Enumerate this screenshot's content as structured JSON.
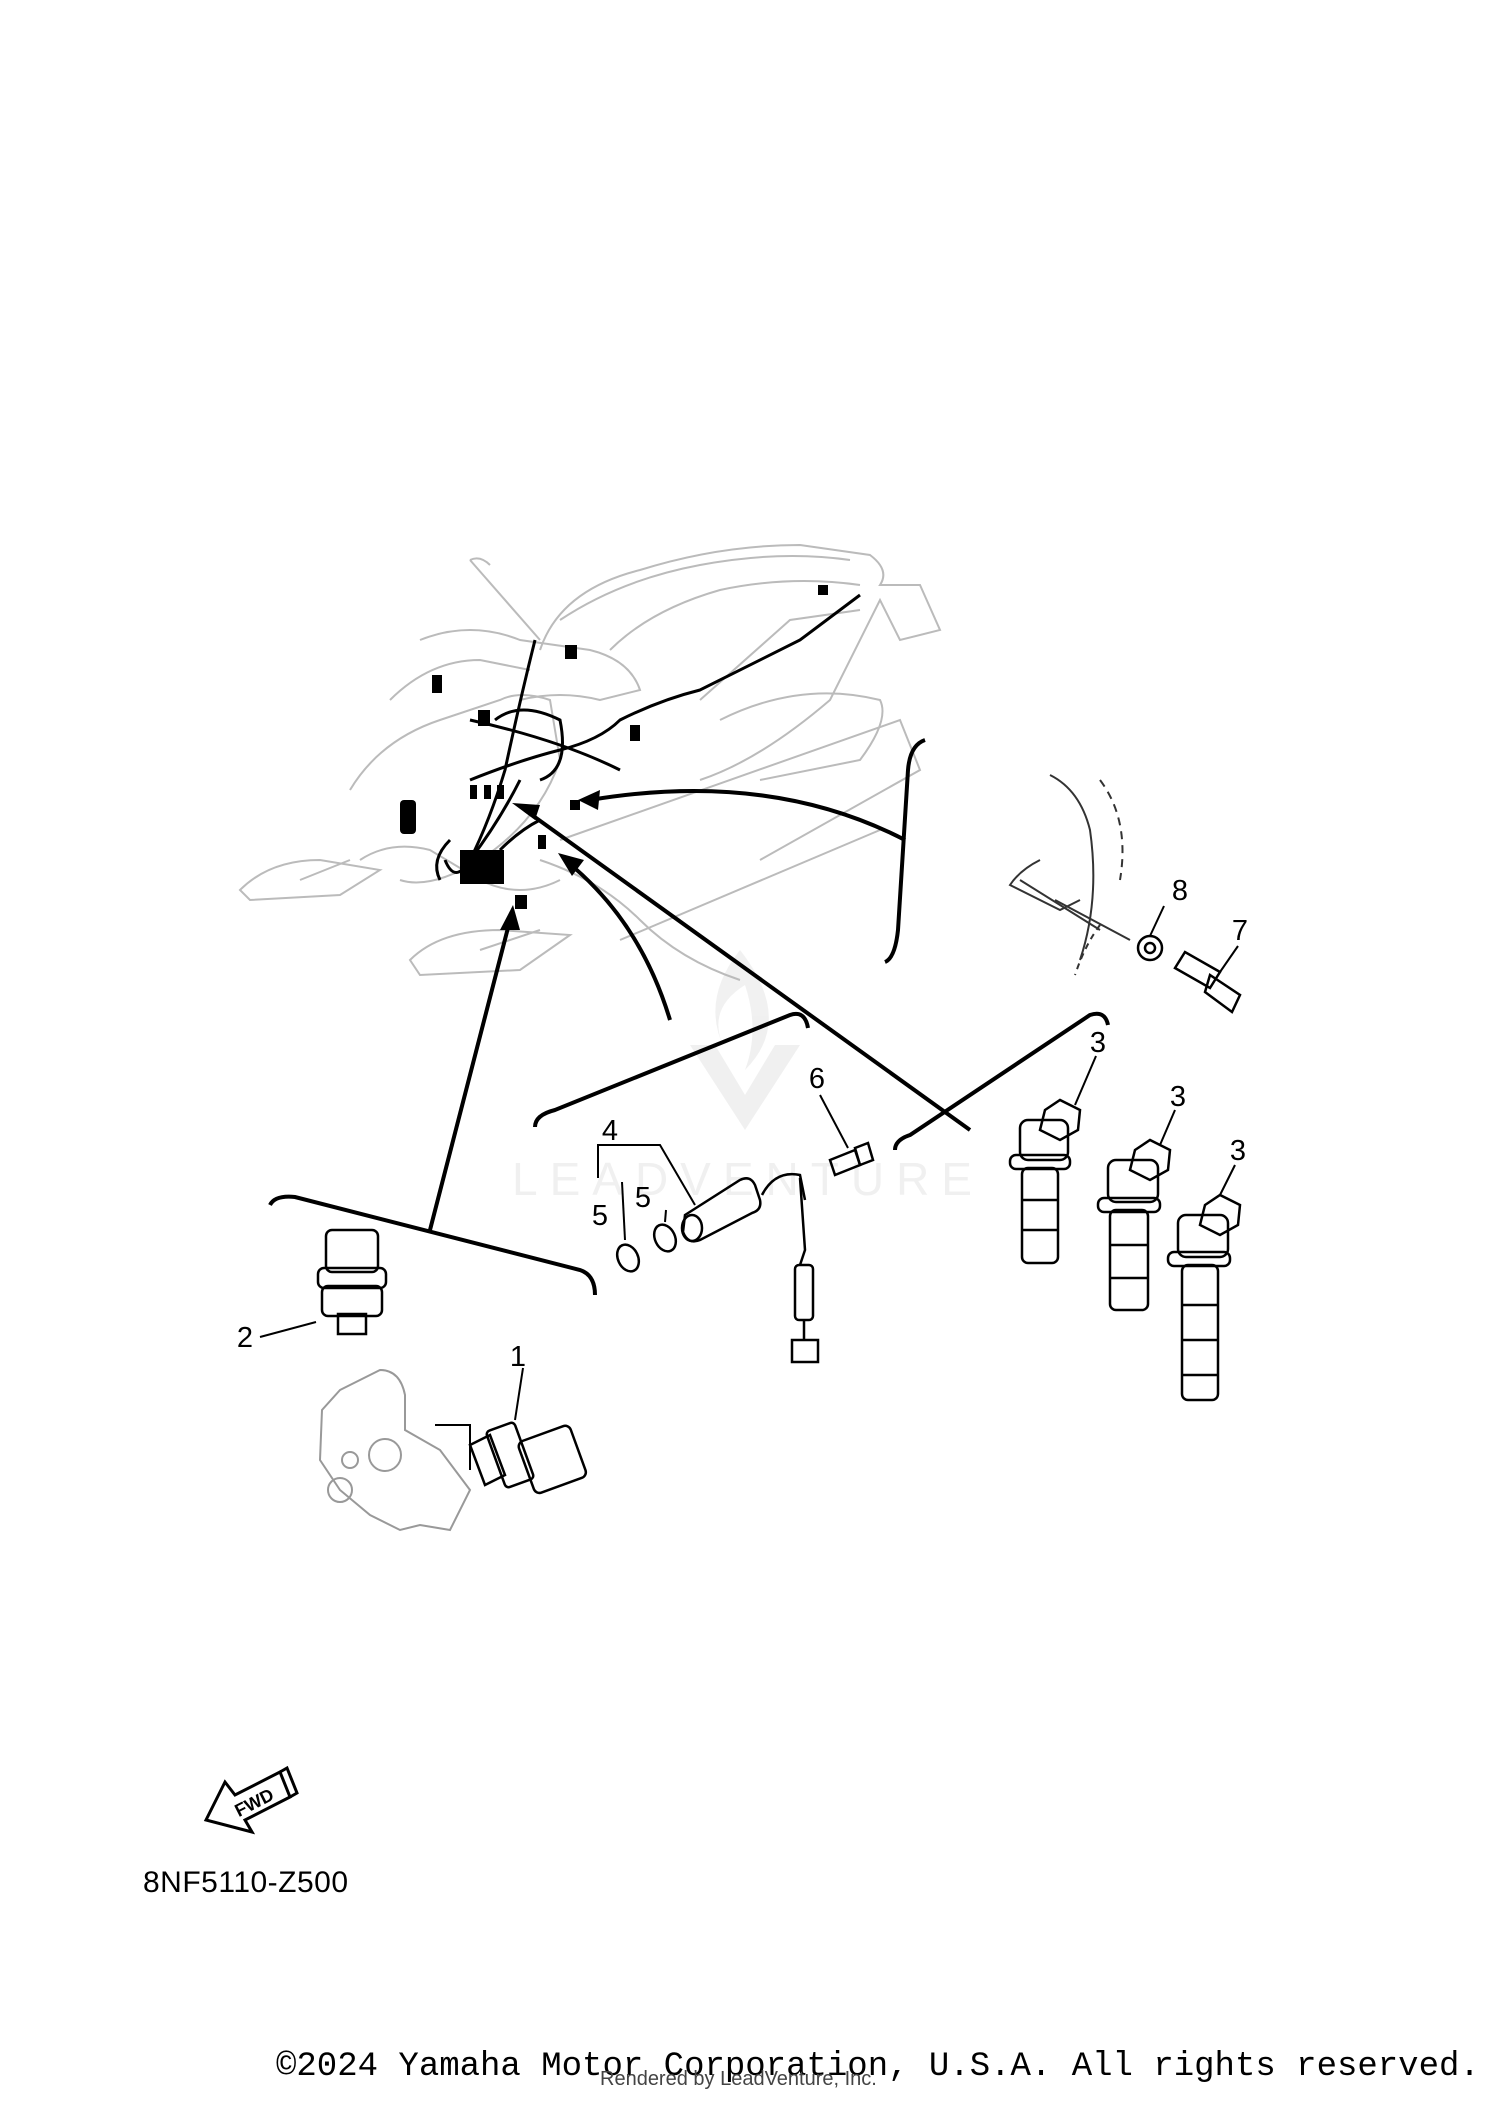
{
  "callouts": [
    {
      "id": "1",
      "text": "1"
    },
    {
      "id": "2",
      "text": "2"
    },
    {
      "id": "3",
      "text": "3"
    },
    {
      "id": "4",
      "text": "4"
    },
    {
      "id": "5",
      "text": "5"
    },
    {
      "id": "6",
      "text": "6"
    },
    {
      "id": "7",
      "text": "7"
    },
    {
      "id": "8",
      "text": "8"
    }
  ],
  "fwd_label": "FWD",
  "watermark_text": "LEADVENTURE",
  "drawing_code": "8NF5110-Z500",
  "copyright": "©2024 Yamaha Motor Corporation, U.S.A. All rights reserved.",
  "rendered_by": "Rendered by LeadVenture, Inc."
}
